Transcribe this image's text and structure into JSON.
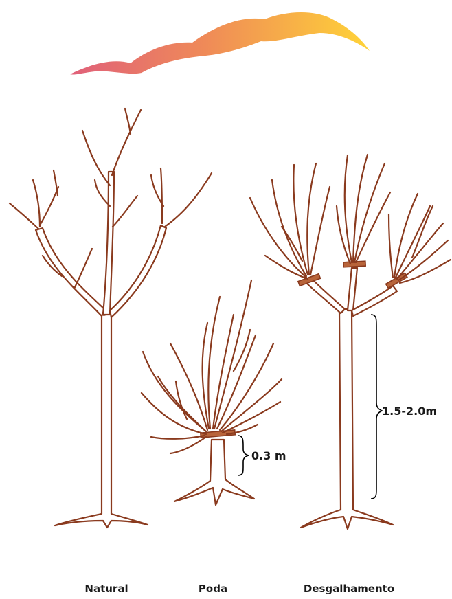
{
  "colors": {
    "branch": "#8a3a1e",
    "band": "#b8643a",
    "sky_start": "#e0607a",
    "sky_end": "#ffd338"
  },
  "measurements": {
    "poda_height": "0.3 m",
    "desgalhamento_height": "1.5-2.0m"
  },
  "labels": {
    "natural": "Natural",
    "poda": "Poda",
    "desgalhamento": "Desgalhamento"
  }
}
